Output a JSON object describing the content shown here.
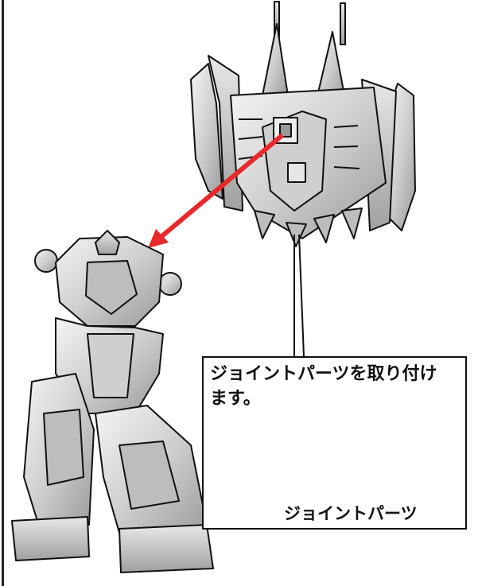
{
  "instruction": {
    "line1": "ジョイントパーツを取り付け",
    "line2": "ます。"
  },
  "callout_label": "ジョイントパーツ",
  "colors": {
    "arrow": "#e8282a",
    "outline": "#111111",
    "part_fill": "#dcdcdc",
    "part_shade": "#a8a8a8"
  }
}
